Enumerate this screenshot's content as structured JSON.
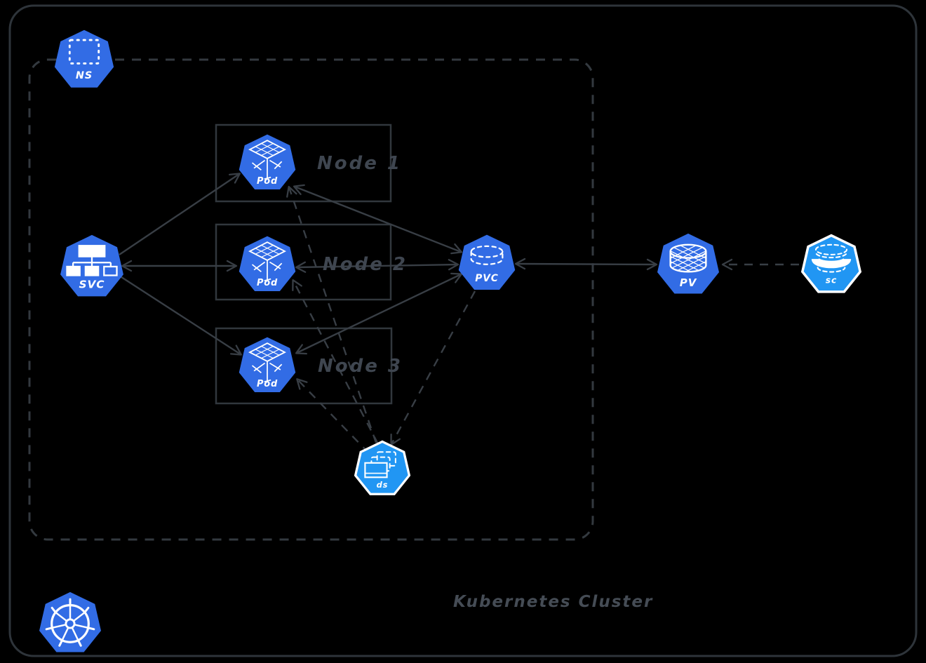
{
  "cluster": {
    "title": "Kubernetes Cluster"
  },
  "namespace": {
    "label": "NS"
  },
  "service": {
    "label": "SVC"
  },
  "pods": [
    {
      "label": "Pod"
    },
    {
      "label": "Pod"
    },
    {
      "label": "Pod"
    }
  ],
  "nodes": [
    {
      "label": "Node 1"
    },
    {
      "label": "Node 2"
    },
    {
      "label": "Node 3"
    }
  ],
  "pvc": {
    "label": "PVC"
  },
  "pv": {
    "label": "PV"
  },
  "storage_class": {
    "label": "sc"
  },
  "daemonset": {
    "label": "ds"
  },
  "colors": {
    "kubernetes_blue": "#326ce5",
    "light_blue": "#2196f3",
    "stroke_dark": "#383e45",
    "label_gray": "#3f4650",
    "white": "#ffffff",
    "background": "#000000"
  }
}
